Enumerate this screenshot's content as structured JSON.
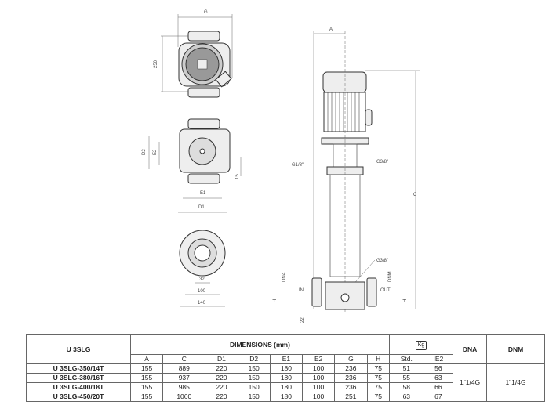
{
  "drawing": {
    "top_view": {
      "g": "G",
      "h250": "250"
    },
    "section_view": {
      "d2": "D2",
      "e2": "E2",
      "e1": "E1",
      "d1": "D1",
      "d15": "15"
    },
    "flange_view": {
      "d32": "32",
      "d100": "100",
      "d140": "140"
    },
    "side_view": {
      "a": "A",
      "c": "C",
      "g18": "G1/8\"",
      "g38a": "G3/8\"",
      "g38b": "G3/8\"",
      "dna": "DNA",
      "dnm": "DNM",
      "in": "IN",
      "out": "OUT",
      "h1": "H",
      "h2": "H",
      "d22": "22"
    }
  },
  "table": {
    "model_header": "U 3SLG",
    "dimensions_header": "DIMENSIONS (mm)",
    "weight_icon_label": "Kg",
    "dna_header": "DNA",
    "dnm_header": "DNM",
    "columns": [
      "A",
      "C",
      "D1",
      "D2",
      "E1",
      "E2",
      "G",
      "H",
      "Std.",
      "IE2"
    ],
    "rows": [
      {
        "model": "U 3SLG-350/14T",
        "v": [
          "155",
          "889",
          "220",
          "150",
          "180",
          "100",
          "236",
          "75",
          "51",
          "56"
        ]
      },
      {
        "model": "U 3SLG-380/16T",
        "v": [
          "155",
          "937",
          "220",
          "150",
          "180",
          "100",
          "236",
          "75",
          "55",
          "63"
        ]
      },
      {
        "model": "U 3SLG-400/18T",
        "v": [
          "155",
          "985",
          "220",
          "150",
          "180",
          "100",
          "236",
          "75",
          "58",
          "66"
        ]
      },
      {
        "model": "U 3SLG-450/20T",
        "v": [
          "155",
          "1060",
          "220",
          "150",
          "180",
          "100",
          "251",
          "75",
          "63",
          "67"
        ]
      }
    ],
    "dna": "1\"1/4G",
    "dnm": "1\"1/4G"
  }
}
